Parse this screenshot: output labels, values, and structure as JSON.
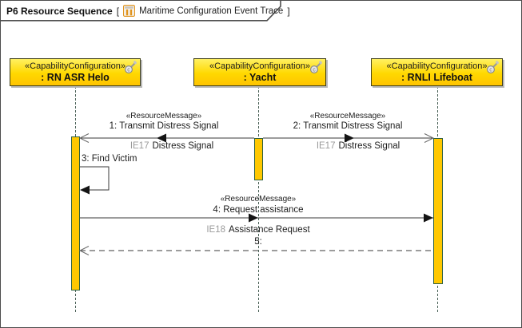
{
  "frame": {
    "title": "P6 Resource Sequence",
    "open_bracket": "[",
    "diagram_name": "Maritime Configuration Event Trace",
    "close_bracket": "]",
    "diagram_icon": "sequence-diagram-icon"
  },
  "lifelines": [
    {
      "stereotype": "«CapabilityConfiguration»",
      "name": ": RN ASR Helo",
      "icon": "copyright-key-icon"
    },
    {
      "stereotype": "«CapabilityConfiguration»",
      "name": ": Yacht",
      "icon": "copyright-key-icon"
    },
    {
      "stereotype": "«CapabilityConfiguration»",
      "name": ": RNLI Lifeboat",
      "icon": "copyright-key-icon"
    }
  ],
  "messages": [
    {
      "stereotype": "«ResourceMessage»",
      "name": "1: Transmit Distress Signal",
      "item_id": "IE17",
      "item_name": "Distress Signal"
    },
    {
      "stereotype": "«ResourceMessage»",
      "name": "2: Transmit Distress Signal",
      "item_id": "IE17",
      "item_name": "Distress Signal"
    },
    {
      "name": "3: Find Victim"
    },
    {
      "stereotype": "«ResourceMessage»",
      "name": "4: Request assistance",
      "item_id": "IE18",
      "item_name": "Assistance Request"
    },
    {
      "name": "5:"
    }
  ],
  "colors": {
    "header_yellow": "#FFD800",
    "activation_yellow": "#FFC800",
    "activation_border": "#2D5F3F",
    "line": "#3A3A3A",
    "info_item_gray": "#9A9A9A",
    "icon_orange": "#E0941F",
    "frame_border": "#4D4D4D"
  }
}
